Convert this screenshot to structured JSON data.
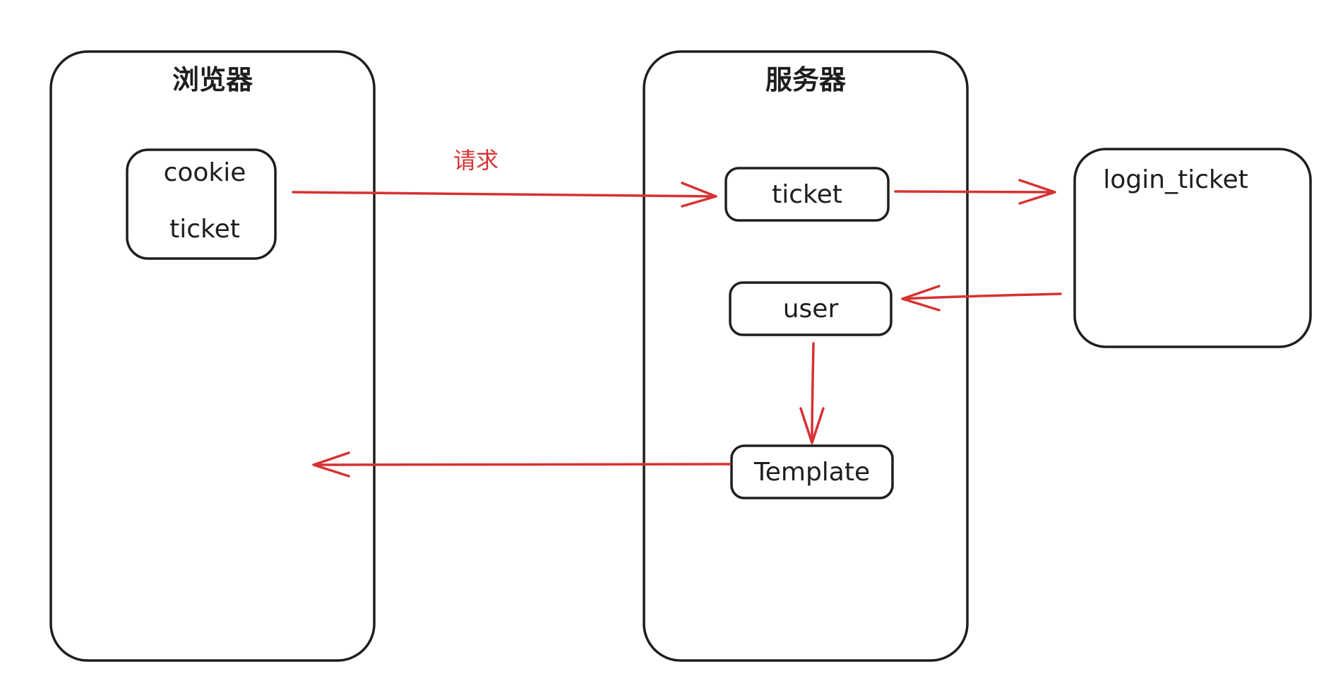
{
  "colors": {
    "stroke": "#1e1e1e",
    "arrow": "#d63232",
    "background": "#ffffff"
  },
  "containers": {
    "browser": {
      "title": "浏览器"
    },
    "server": {
      "title": "服务器"
    },
    "login_ticket": {
      "title": "login_ticket"
    }
  },
  "nodes": {
    "cookie": {
      "line1": "cookie",
      "line2": "ticket"
    },
    "ticket": {
      "label": "ticket"
    },
    "user": {
      "label": "user"
    },
    "template": {
      "label": "Template"
    }
  },
  "edges": [
    {
      "from": "cookie",
      "to": "ticket",
      "label": "请求"
    },
    {
      "from": "ticket",
      "to": "login_ticket",
      "label": ""
    },
    {
      "from": "login_ticket",
      "to": "user",
      "label": ""
    },
    {
      "from": "user",
      "to": "template",
      "label": ""
    },
    {
      "from": "template",
      "to": "browser",
      "label": ""
    }
  ]
}
